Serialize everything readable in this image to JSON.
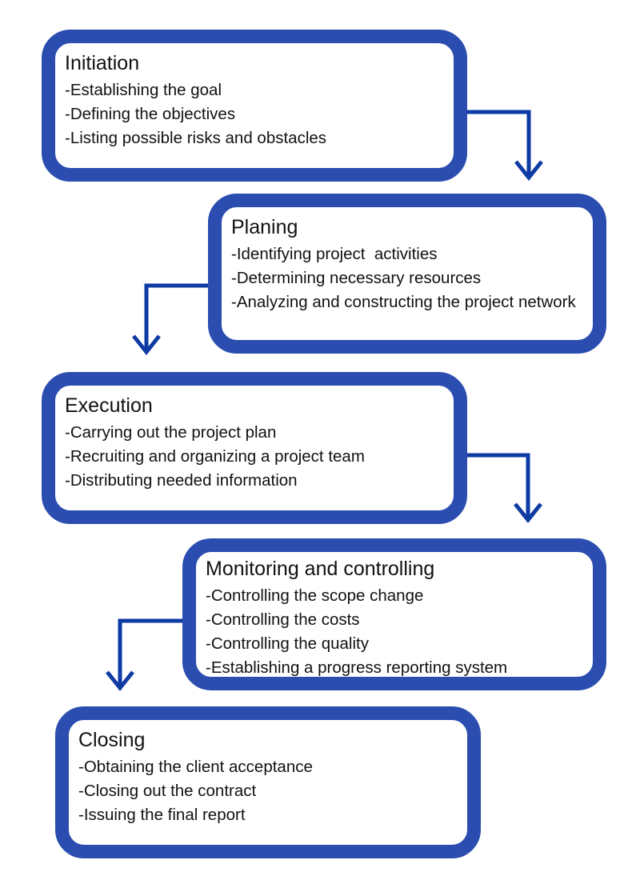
{
  "stages": [
    {
      "title": "Initiation",
      "items": [
        "-Establishing the goal",
        "-Defining the objectives",
        "-Listing possible risks and obstacles"
      ]
    },
    {
      "title": "Planing",
      "items": [
        "-Identifying project  activities",
        "-Determining necessary resources",
        "-Analyzing and constructing the project network"
      ]
    },
    {
      "title": "Execution",
      "items": [
        "-Carrying out the project plan",
        "-Recruiting and organizing a project team",
        "-Distributing needed information"
      ]
    },
    {
      "title": "Monitoring and controlling",
      "items": [
        "-Controlling the scope change",
        "-Controlling the costs",
        "-Controlling the quality",
        "-Establishing a progress reporting system"
      ]
    },
    {
      "title": "Closing",
      "items": [
        "-Obtaining the client acceptance",
        "-Closing out the contract",
        "-Issuing the final report"
      ]
    }
  ],
  "colors": {
    "box_border": "#2b4db0",
    "arrow": "#0d3aa3"
  }
}
